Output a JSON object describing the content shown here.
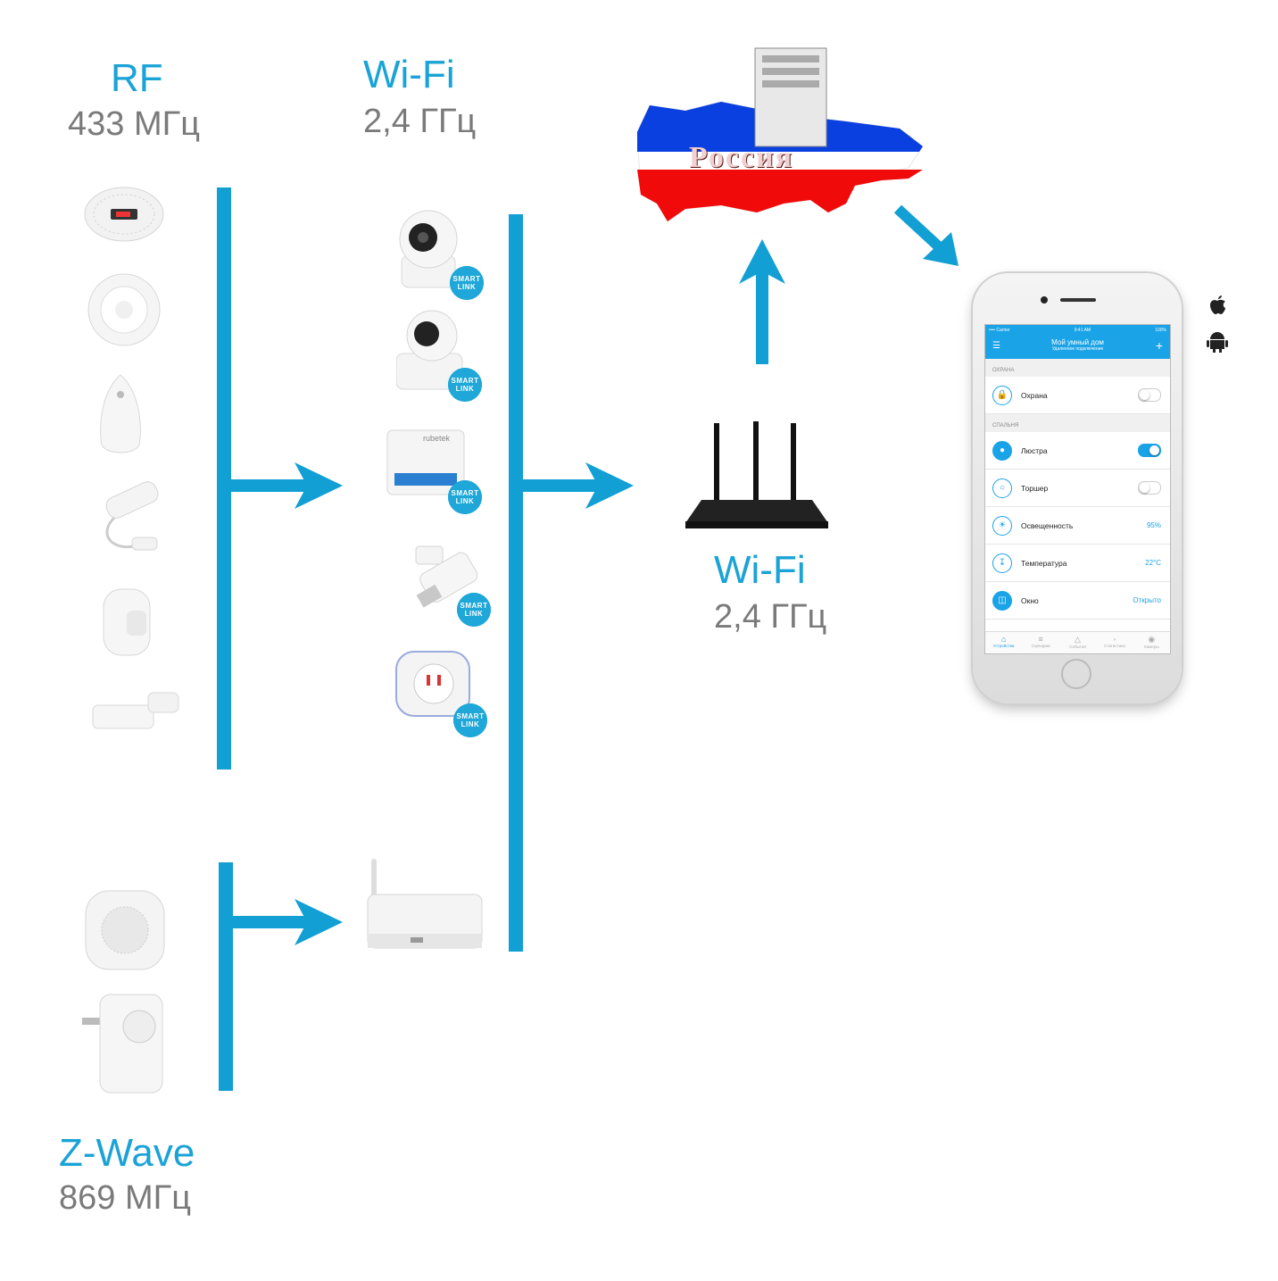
{
  "labels": {
    "rf_title": "RF",
    "rf_freq": "433 МГц",
    "wifi_title": "Wi-Fi",
    "wifi_freq": "2,4 ГГц",
    "router_title": "Wi-Fi",
    "router_freq": "2,4 ГГц",
    "zwave_title": "Z-Wave",
    "zwave_freq": "869 МГц",
    "russia": "Россия"
  },
  "badge": {
    "line1": "SMART",
    "line2": "LINK"
  },
  "gateway_brand": "rubetek",
  "colors": {
    "accent": "#129fd4",
    "label_gray": "#7a7a7a"
  },
  "os_icons": [
    "apple-icon",
    "android-icon"
  ],
  "phone": {
    "status": {
      "carrier": "•••• Carrier",
      "time": "9:41 AM",
      "battery": "100%"
    },
    "title": "Мой умный дом",
    "subtitle": "Удаленное подключение",
    "sections": [
      {
        "header": "ОХРАНА",
        "rows": [
          {
            "label": "Охрана",
            "type": "toggle",
            "on": false
          }
        ]
      },
      {
        "header": "СПАЛЬНЯ",
        "rows": [
          {
            "label": "Люстра",
            "type": "toggle",
            "on": true
          },
          {
            "label": "Торшер",
            "type": "toggle",
            "on": false
          },
          {
            "label": "Освещенность",
            "type": "value",
            "value": "95%"
          },
          {
            "label": "Температура",
            "type": "value",
            "value": "22°C"
          },
          {
            "label": "Окно",
            "type": "value",
            "value": "Открыто"
          }
        ]
      }
    ],
    "tabs": [
      "Устройства",
      "Сценарии",
      "События",
      "Статистика",
      "Камеры"
    ]
  }
}
